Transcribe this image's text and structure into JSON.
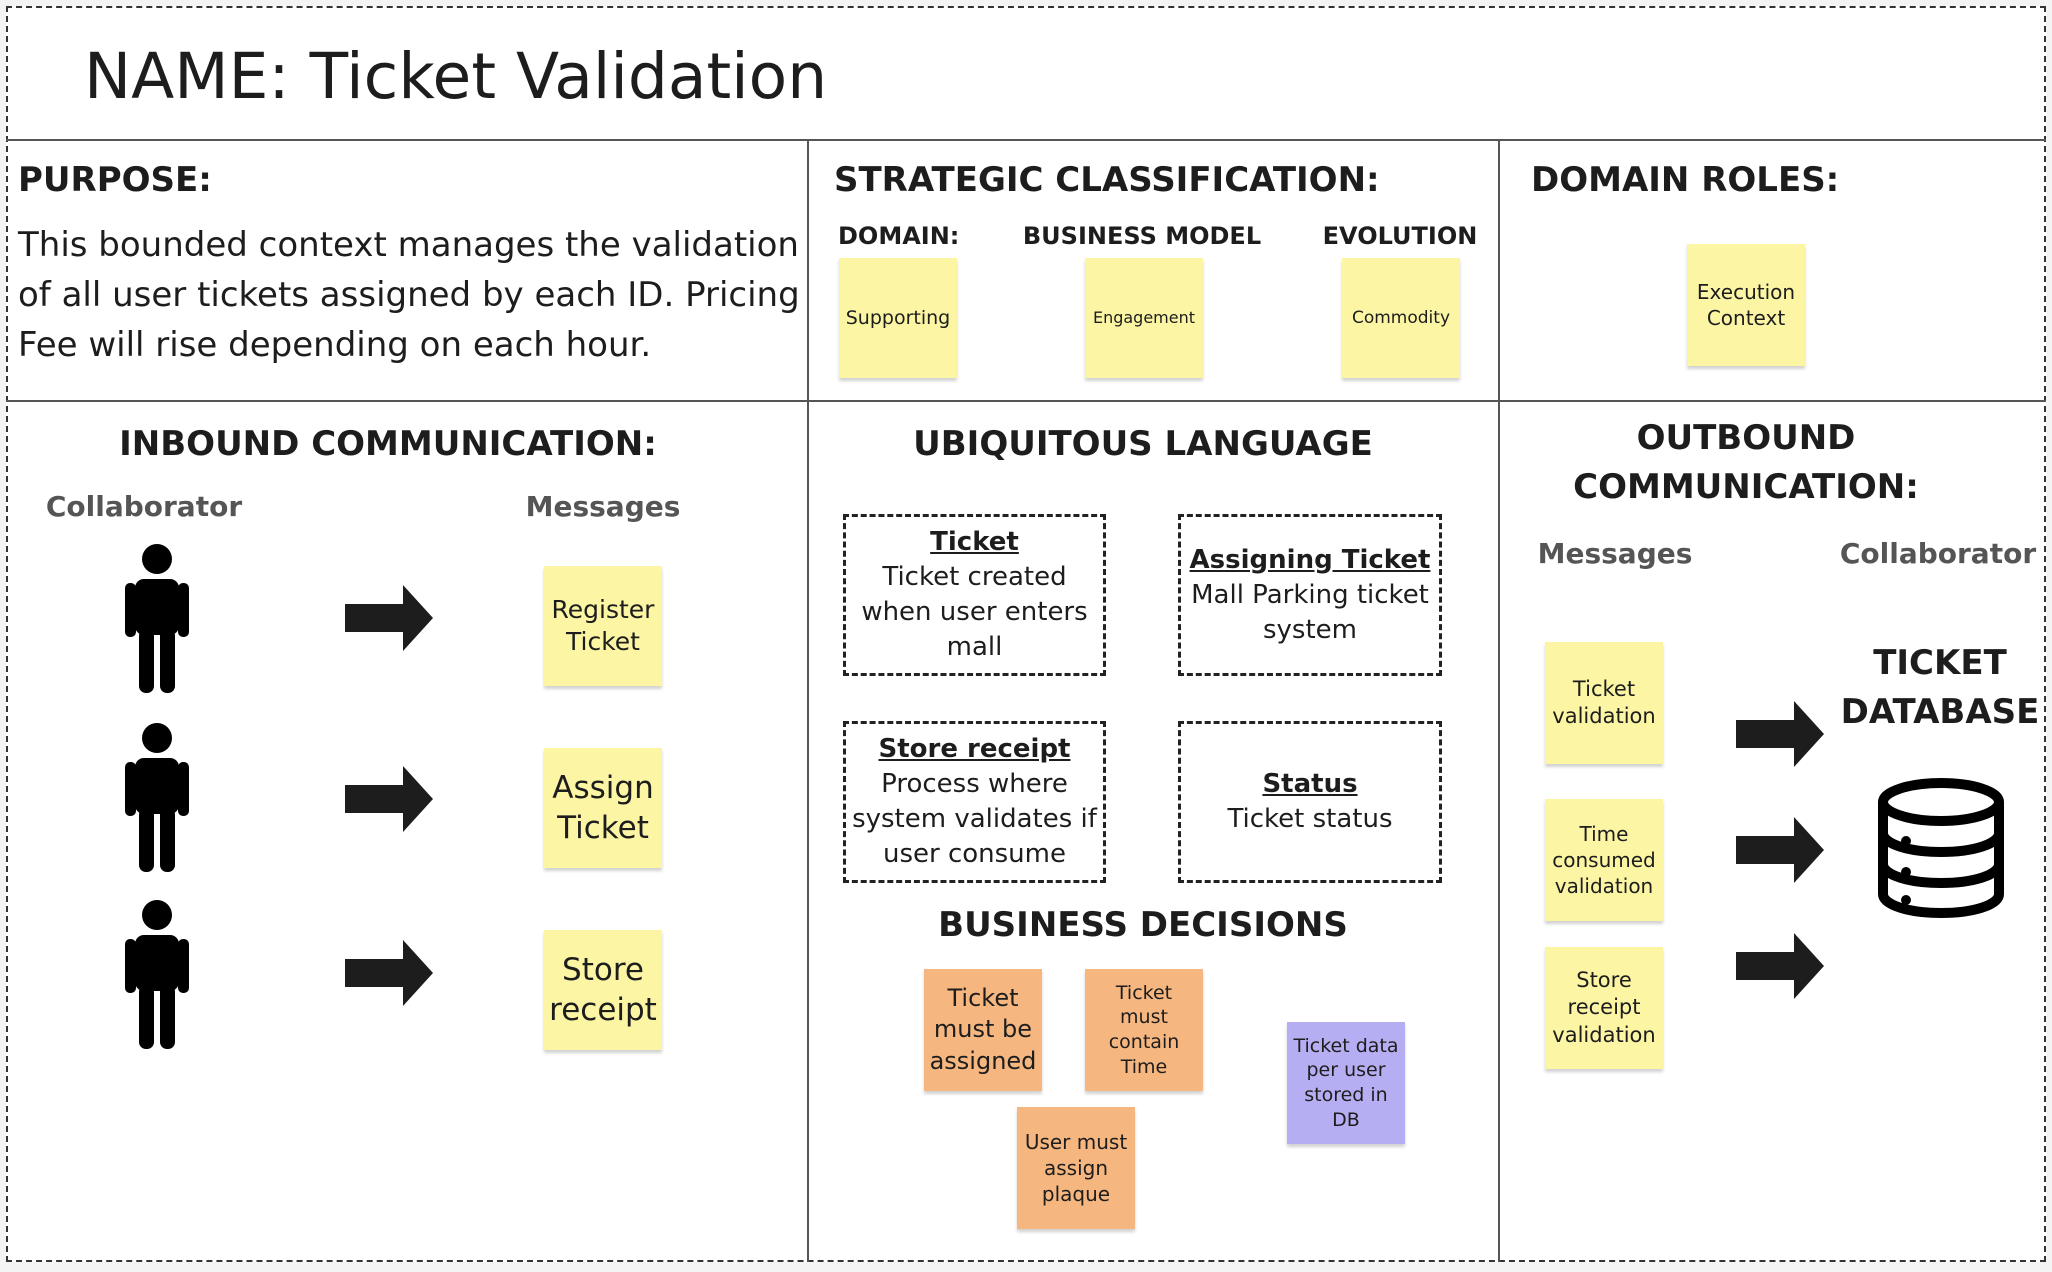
{
  "title": "NAME: Ticket Validation",
  "purpose": {
    "heading": "PURPOSE:",
    "text": "This bounded context manages the validation of all user tickets assigned by each ID. Pricing Fee will rise depending on each hour."
  },
  "strategic": {
    "heading": "STRATEGIC CLASSIFICATION:",
    "domain_label": "DOMAIN:",
    "domain_value": "Supporting",
    "business_label": "BUSINESS MODEL",
    "business_value": "Engagement",
    "evolution_label": "EVOLUTION",
    "evolution_value": "Commodity"
  },
  "roles": {
    "heading": "DOMAIN ROLES:",
    "sticky": "Execution Context"
  },
  "inbound": {
    "heading": "INBOUND COMMUNICATION:",
    "collaborator_label": "Collaborator",
    "messages_label": "Messages",
    "messages": [
      "Register Ticket",
      "Assign Ticket",
      "Store receipt"
    ],
    "icons": [
      "person-icon",
      "arrow-right-icon"
    ]
  },
  "ubiquitous": {
    "heading": "UBIQUITOUS LANGUAGE",
    "terms": [
      {
        "name": "Ticket",
        "desc": "Ticket created when user enters mall"
      },
      {
        "name": "Assigning Ticket",
        "desc": "Mall Parking ticket system"
      },
      {
        "name": "Store receipt",
        "desc": "Process where system validates if user consume"
      },
      {
        "name": "Status",
        "desc": "Ticket status"
      }
    ]
  },
  "decisions": {
    "heading": "BUSINESS DECISIONS",
    "items": [
      "Ticket must be assigned",
      "Ticket must contain Time",
      "User must assign plaque",
      "Ticket data per user stored in DB"
    ]
  },
  "outbound": {
    "heading_line1": "OUTBOUND",
    "heading_line2": "COMMUNICATION:",
    "messages_label": "Messages",
    "collaborator_label": "Collaborator",
    "messages": [
      "Ticket validation",
      "Time consumed validation",
      "Store receipt validation"
    ],
    "collaborator_line1": "TICKET",
    "collaborator_line2": "DATABASE",
    "icons": [
      "database-icon",
      "arrow-right-icon"
    ]
  },
  "colors": {
    "sticky_yellow": "#fbf5a4",
    "sticky_orange": "#f5b67f",
    "sticky_purple": "#b6aef2",
    "ink": "#1d1d1d"
  }
}
